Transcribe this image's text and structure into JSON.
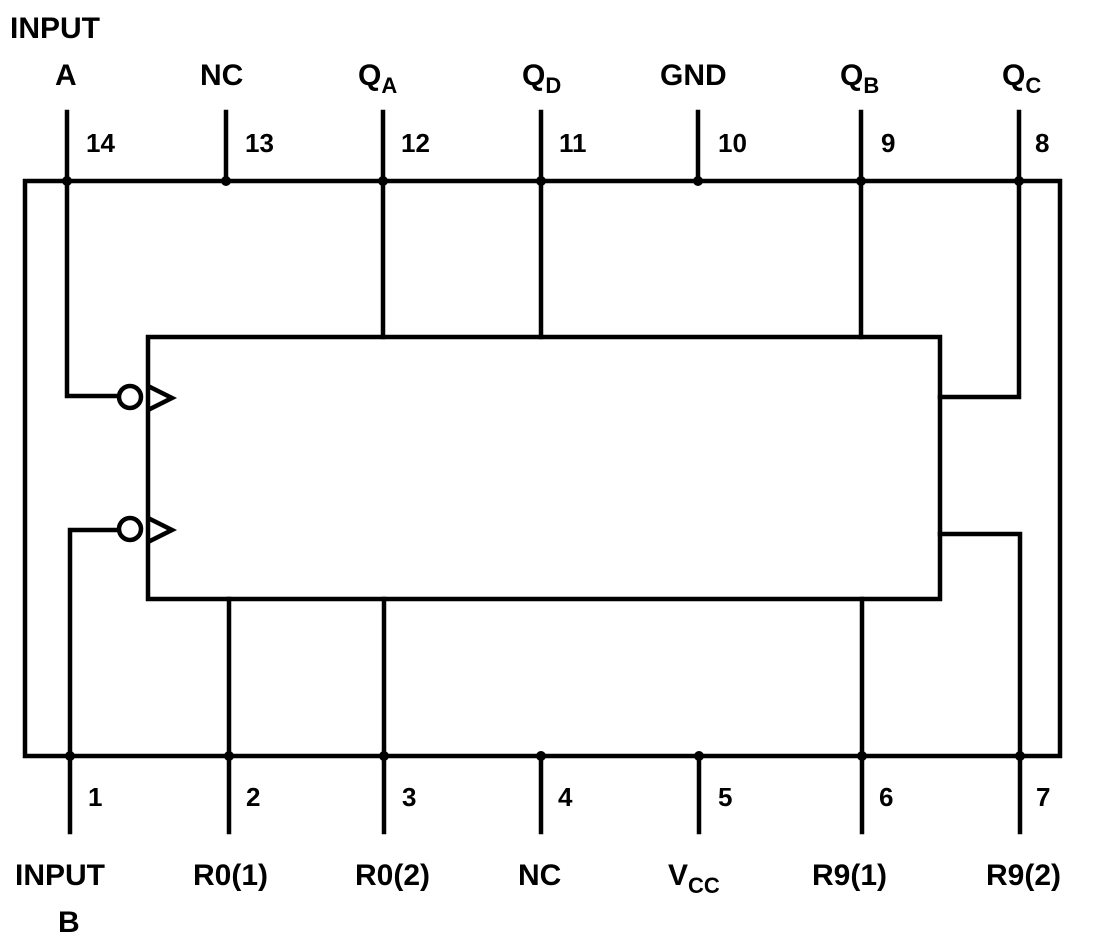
{
  "top_pins": [
    {
      "number": "14",
      "label": "INPUT",
      "label2": "A",
      "sub": ""
    },
    {
      "number": "13",
      "label": "NC",
      "label2": "",
      "sub": ""
    },
    {
      "number": "12",
      "label": "Q",
      "label2": "",
      "sub": "A"
    },
    {
      "number": "11",
      "label": "Q",
      "label2": "",
      "sub": "D"
    },
    {
      "number": "10",
      "label": "GND",
      "label2": "",
      "sub": ""
    },
    {
      "number": "9",
      "label": "Q",
      "label2": "",
      "sub": "B"
    },
    {
      "number": "8",
      "label": "Q",
      "label2": "",
      "sub": "C"
    }
  ],
  "bottom_pins": [
    {
      "number": "1",
      "label": "INPUT",
      "label2": "B",
      "sub": ""
    },
    {
      "number": "2",
      "label": "R0(1)",
      "label2": "",
      "sub": ""
    },
    {
      "number": "3",
      "label": "R0(2)",
      "label2": "",
      "sub": ""
    },
    {
      "number": "4",
      "label": "NC",
      "label2": "",
      "sub": ""
    },
    {
      "number": "5",
      "label": "V",
      "label2": "",
      "sub": "CC"
    },
    {
      "number": "6",
      "label": "R9(1)",
      "label2": "",
      "sub": ""
    },
    {
      "number": "7",
      "label": "R9(2)",
      "label2": "",
      "sub": ""
    }
  ]
}
